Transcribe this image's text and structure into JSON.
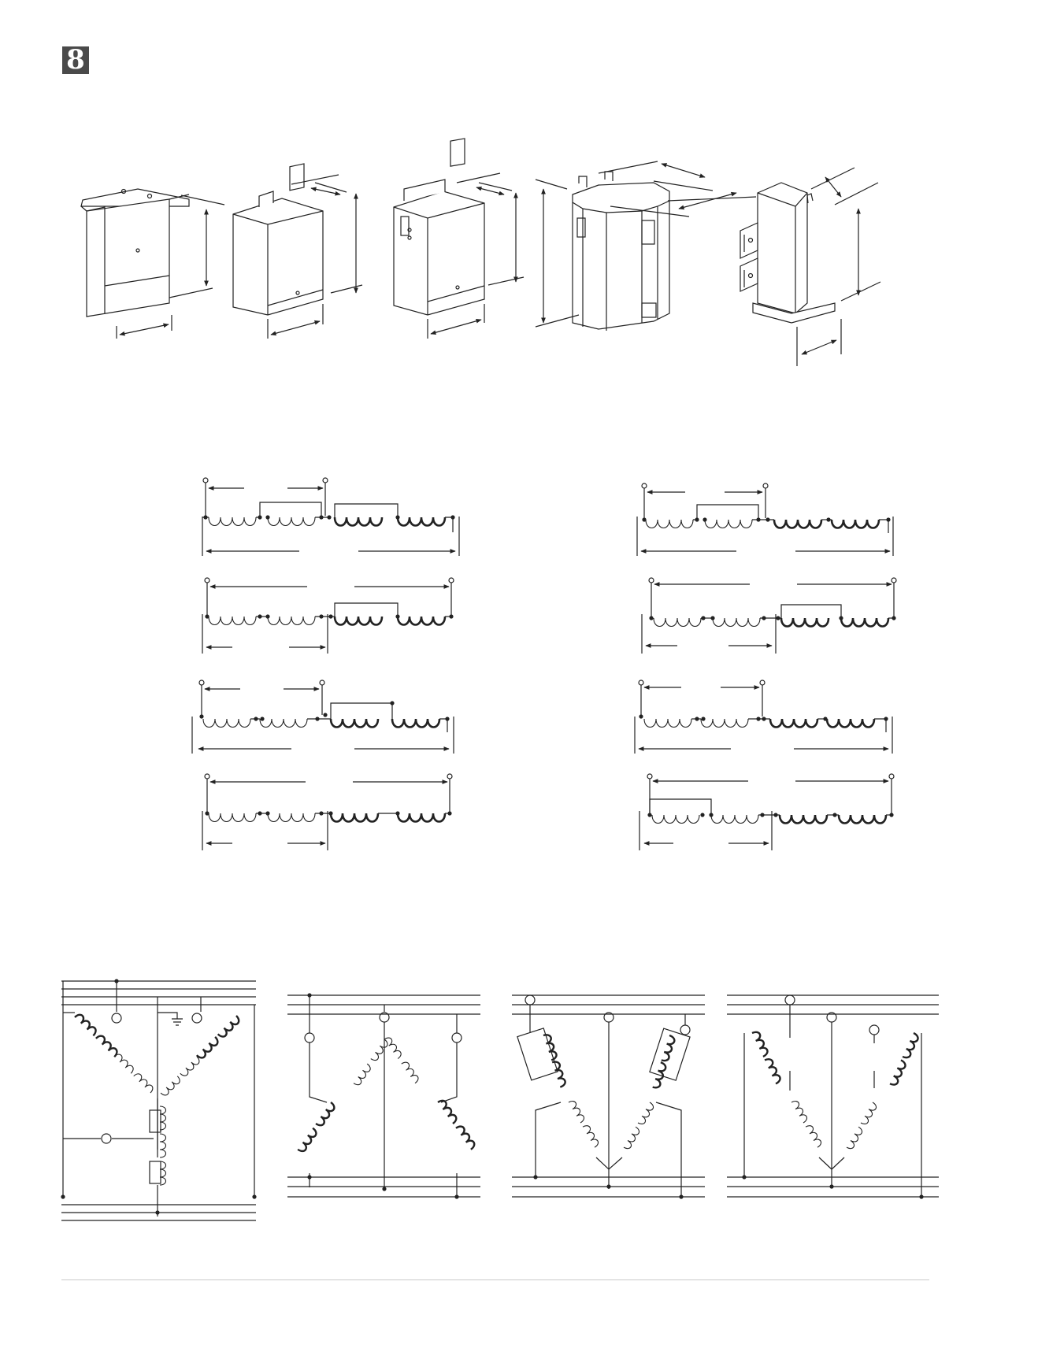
{
  "logo": {
    "glyph": "8",
    "color": "#4a4a4a"
  },
  "enclosures": {
    "count": 5
  },
  "winding_diagrams": {
    "count": 8
  },
  "connection_diagrams": {
    "count": 4
  }
}
